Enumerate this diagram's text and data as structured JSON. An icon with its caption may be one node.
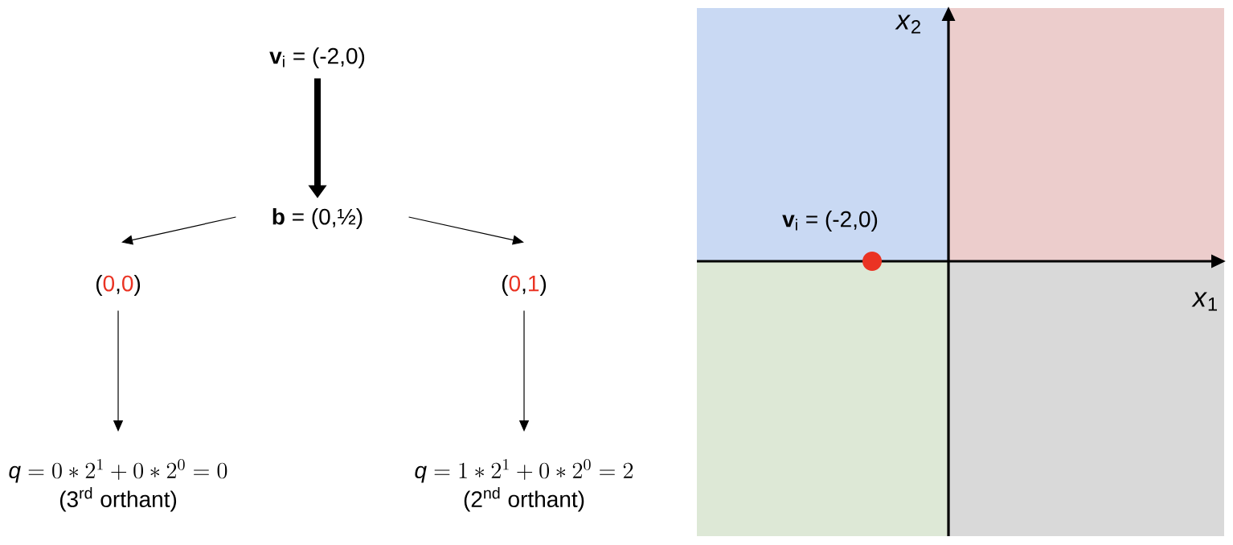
{
  "diagram": {
    "nodes": [
      {
        "text": [
          "**v**$_{i}$ = (-2,0)"
        ]
      },
      {
        "text": [
          "**b** = (0,½)"
        ]
      },
      {
        "text": [
          "(0,0)"
        ]
      },
      {
        "text": [
          "(0,1)"
        ]
      },
      {
        "text": [
          "q = 0*2^{1}+0*2^{0} = 0",
          "(3$^{rd}$ orthant)"
        ]
      },
      {
        "text": [
          "q = 1*2^{1}+0*2^{0} = 2",
          "(2$^{nd}$ orthant)"
        ]
      },
      {
        "text": [],
        "shape": "circle",
        "beside": [
          "**v**$_{i}$ = (-2,0)"
        ]
      }
    ],
    "edges": [
      {
        "from": 0,
        "to": 1,
        "arrow": "to",
        "style": "thick"
      },
      {
        "from": 1,
        "to": 2,
        "arrow": "to"
      },
      {
        "from": 1,
        "to": 3,
        "arrow": "to"
      },
      {
        "from": 2,
        "to": 4,
        "arrow": "to"
      },
      {
        "from": 3,
        "to": 5,
        "arrow": "to"
      }
    ],
    "labels": [
      "*x*$_{2}$",
      "*x*$_{1}$"
    ]
  }
}
